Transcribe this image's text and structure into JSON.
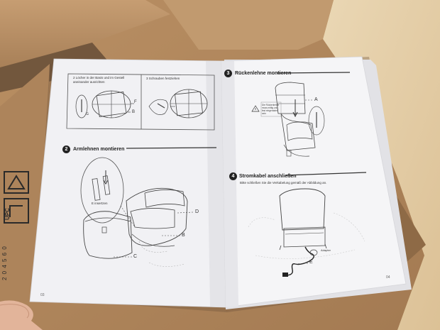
{
  "left_page": {
    "box1_caption": "2 Löcher in der Basis und im Gestell aneinander ausrichten",
    "box2_caption": "3 Schrauben festziehen",
    "box_labels": {
      "g": "G",
      "f": "F",
      "b": "B"
    },
    "section_number": "2",
    "section_title": "Armlehnen montieren",
    "inset_caption": "E insertzen",
    "part_labels": {
      "d": "D",
      "b": "B",
      "c": "C"
    },
    "page_number": "03"
  },
  "right_page": {
    "section3_number": "3",
    "section3_title": "Rückenlehne montieren",
    "warning_text": "Die Rückenlehne muss mittig und fest eingerastet sein",
    "part_labels": {
      "a": "A",
      "e": "E"
    },
    "section4_number": "4",
    "section4_title": "Stromkabel anschließen",
    "section4_instruction": "Bitte schließen Sie die Verkabelung gemäß der Abbildung an.",
    "cable_caption": "Adapter",
    "page_number": "04"
  },
  "box_print": {
    "upc": "UPC",
    "barcode_digits": "2 0 4 5 6 0"
  },
  "colors": {
    "cardboard": "#b58a5f",
    "paper": "#f4f4f6",
    "wood": "#e7d2ad",
    "ink": "#333333"
  }
}
